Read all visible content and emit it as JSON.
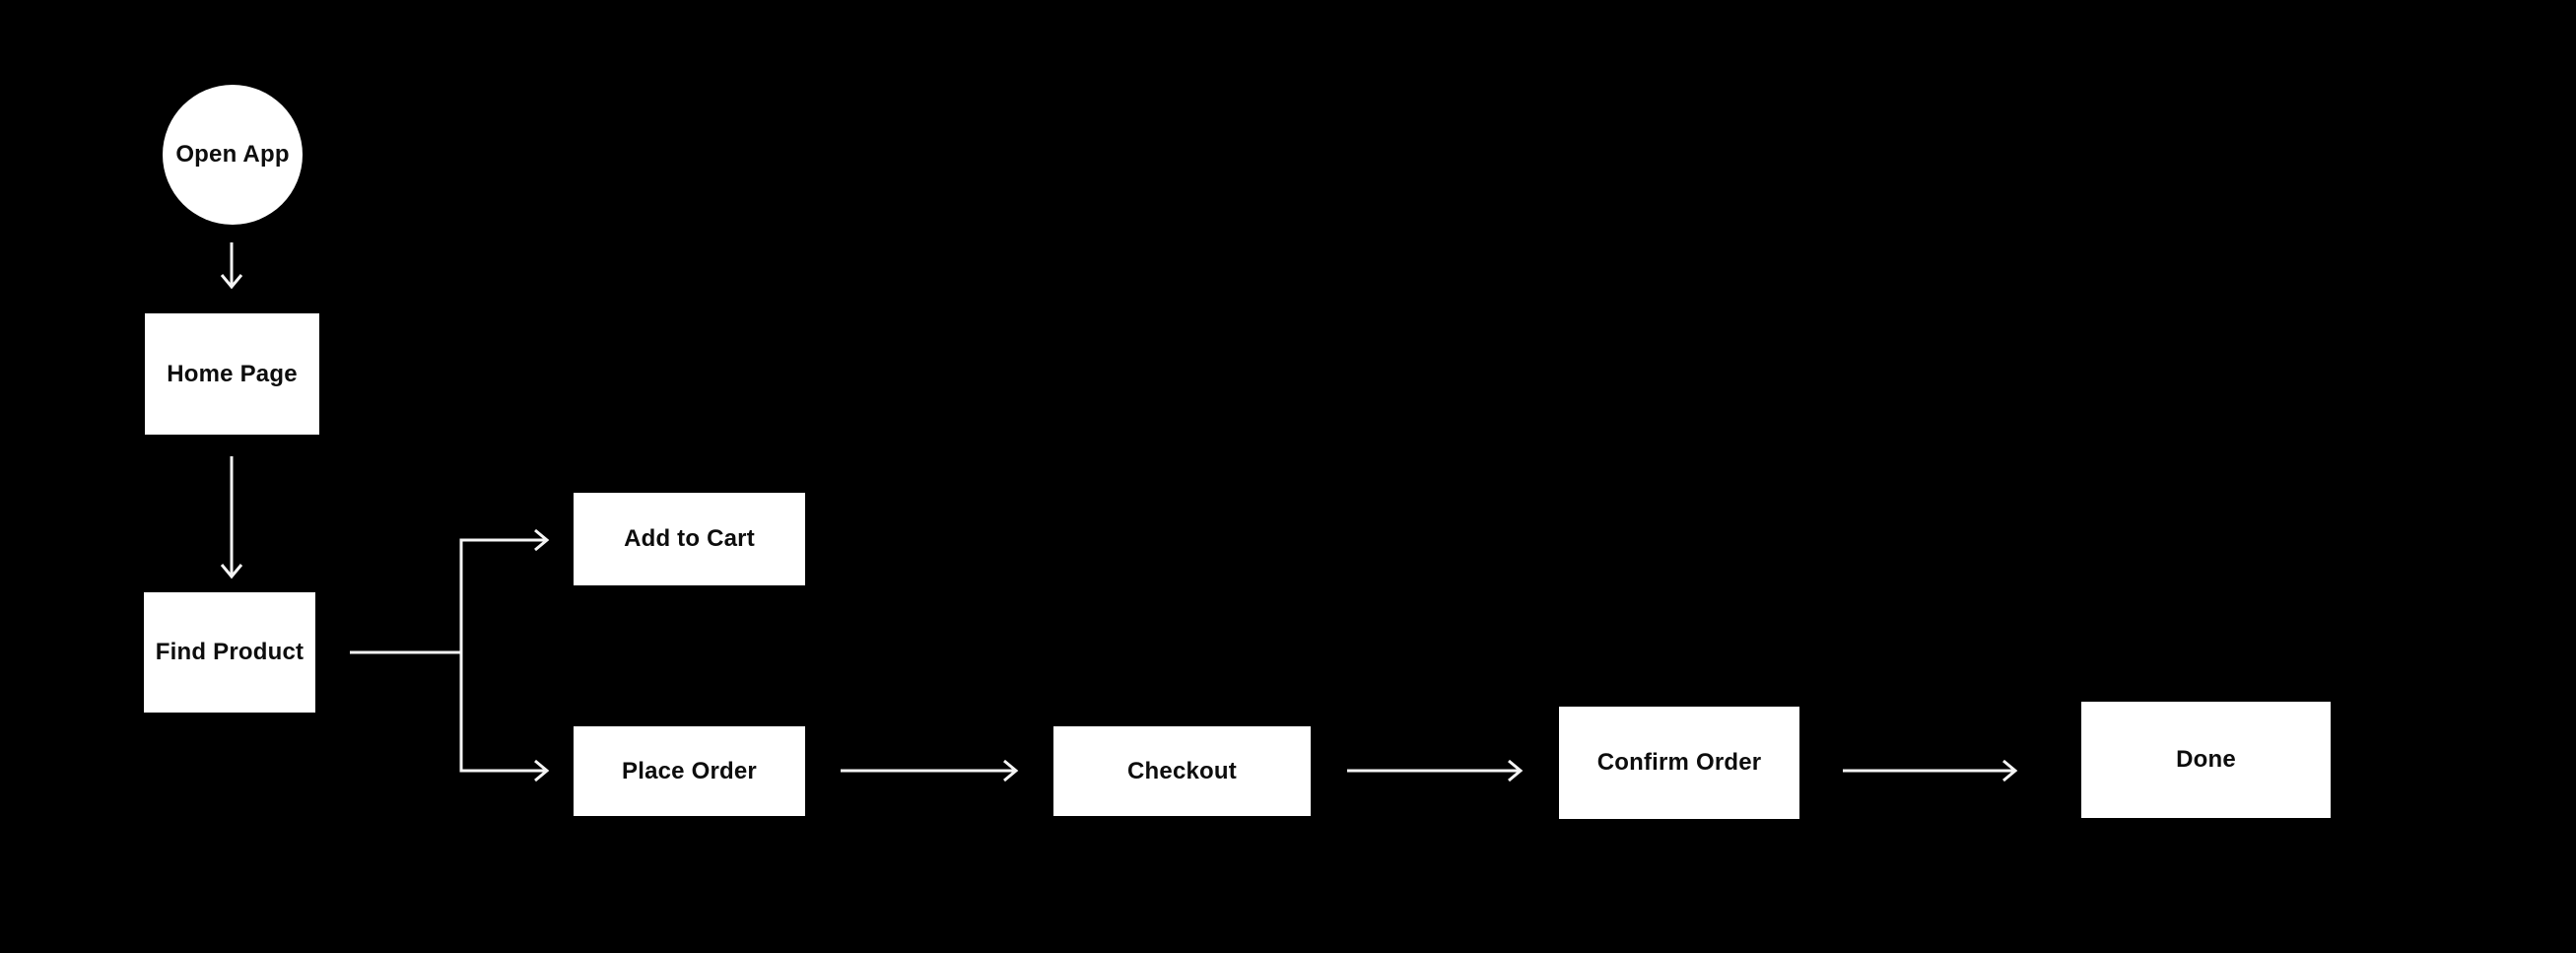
{
  "colors": {
    "background": "#000000",
    "node_fill": "#ffffff",
    "node_text": "#0d0d0d",
    "connector": "#f5f5f5"
  },
  "diagram": {
    "type": "flowchart",
    "nodes": [
      {
        "id": "open-app",
        "shape": "circle",
        "label": "Open App"
      },
      {
        "id": "home-page",
        "shape": "rect",
        "label": "Home Page"
      },
      {
        "id": "find-product",
        "shape": "rect",
        "label": "Find Product"
      },
      {
        "id": "add-to-cart",
        "shape": "rect",
        "label": "Add to Cart"
      },
      {
        "id": "place-order",
        "shape": "rect",
        "label": "Place Order"
      },
      {
        "id": "checkout",
        "shape": "rect",
        "label": "Checkout"
      },
      {
        "id": "confirm-order",
        "shape": "rect",
        "label": "Confirm Order"
      },
      {
        "id": "done",
        "shape": "rect",
        "label": "Done"
      }
    ],
    "edges": [
      {
        "from": "open-app",
        "to": "home-page"
      },
      {
        "from": "home-page",
        "to": "find-product"
      },
      {
        "from": "find-product",
        "to": "add-to-cart"
      },
      {
        "from": "find-product",
        "to": "place-order"
      },
      {
        "from": "place-order",
        "to": "checkout"
      },
      {
        "from": "checkout",
        "to": "confirm-order"
      },
      {
        "from": "confirm-order",
        "to": "done"
      }
    ]
  }
}
